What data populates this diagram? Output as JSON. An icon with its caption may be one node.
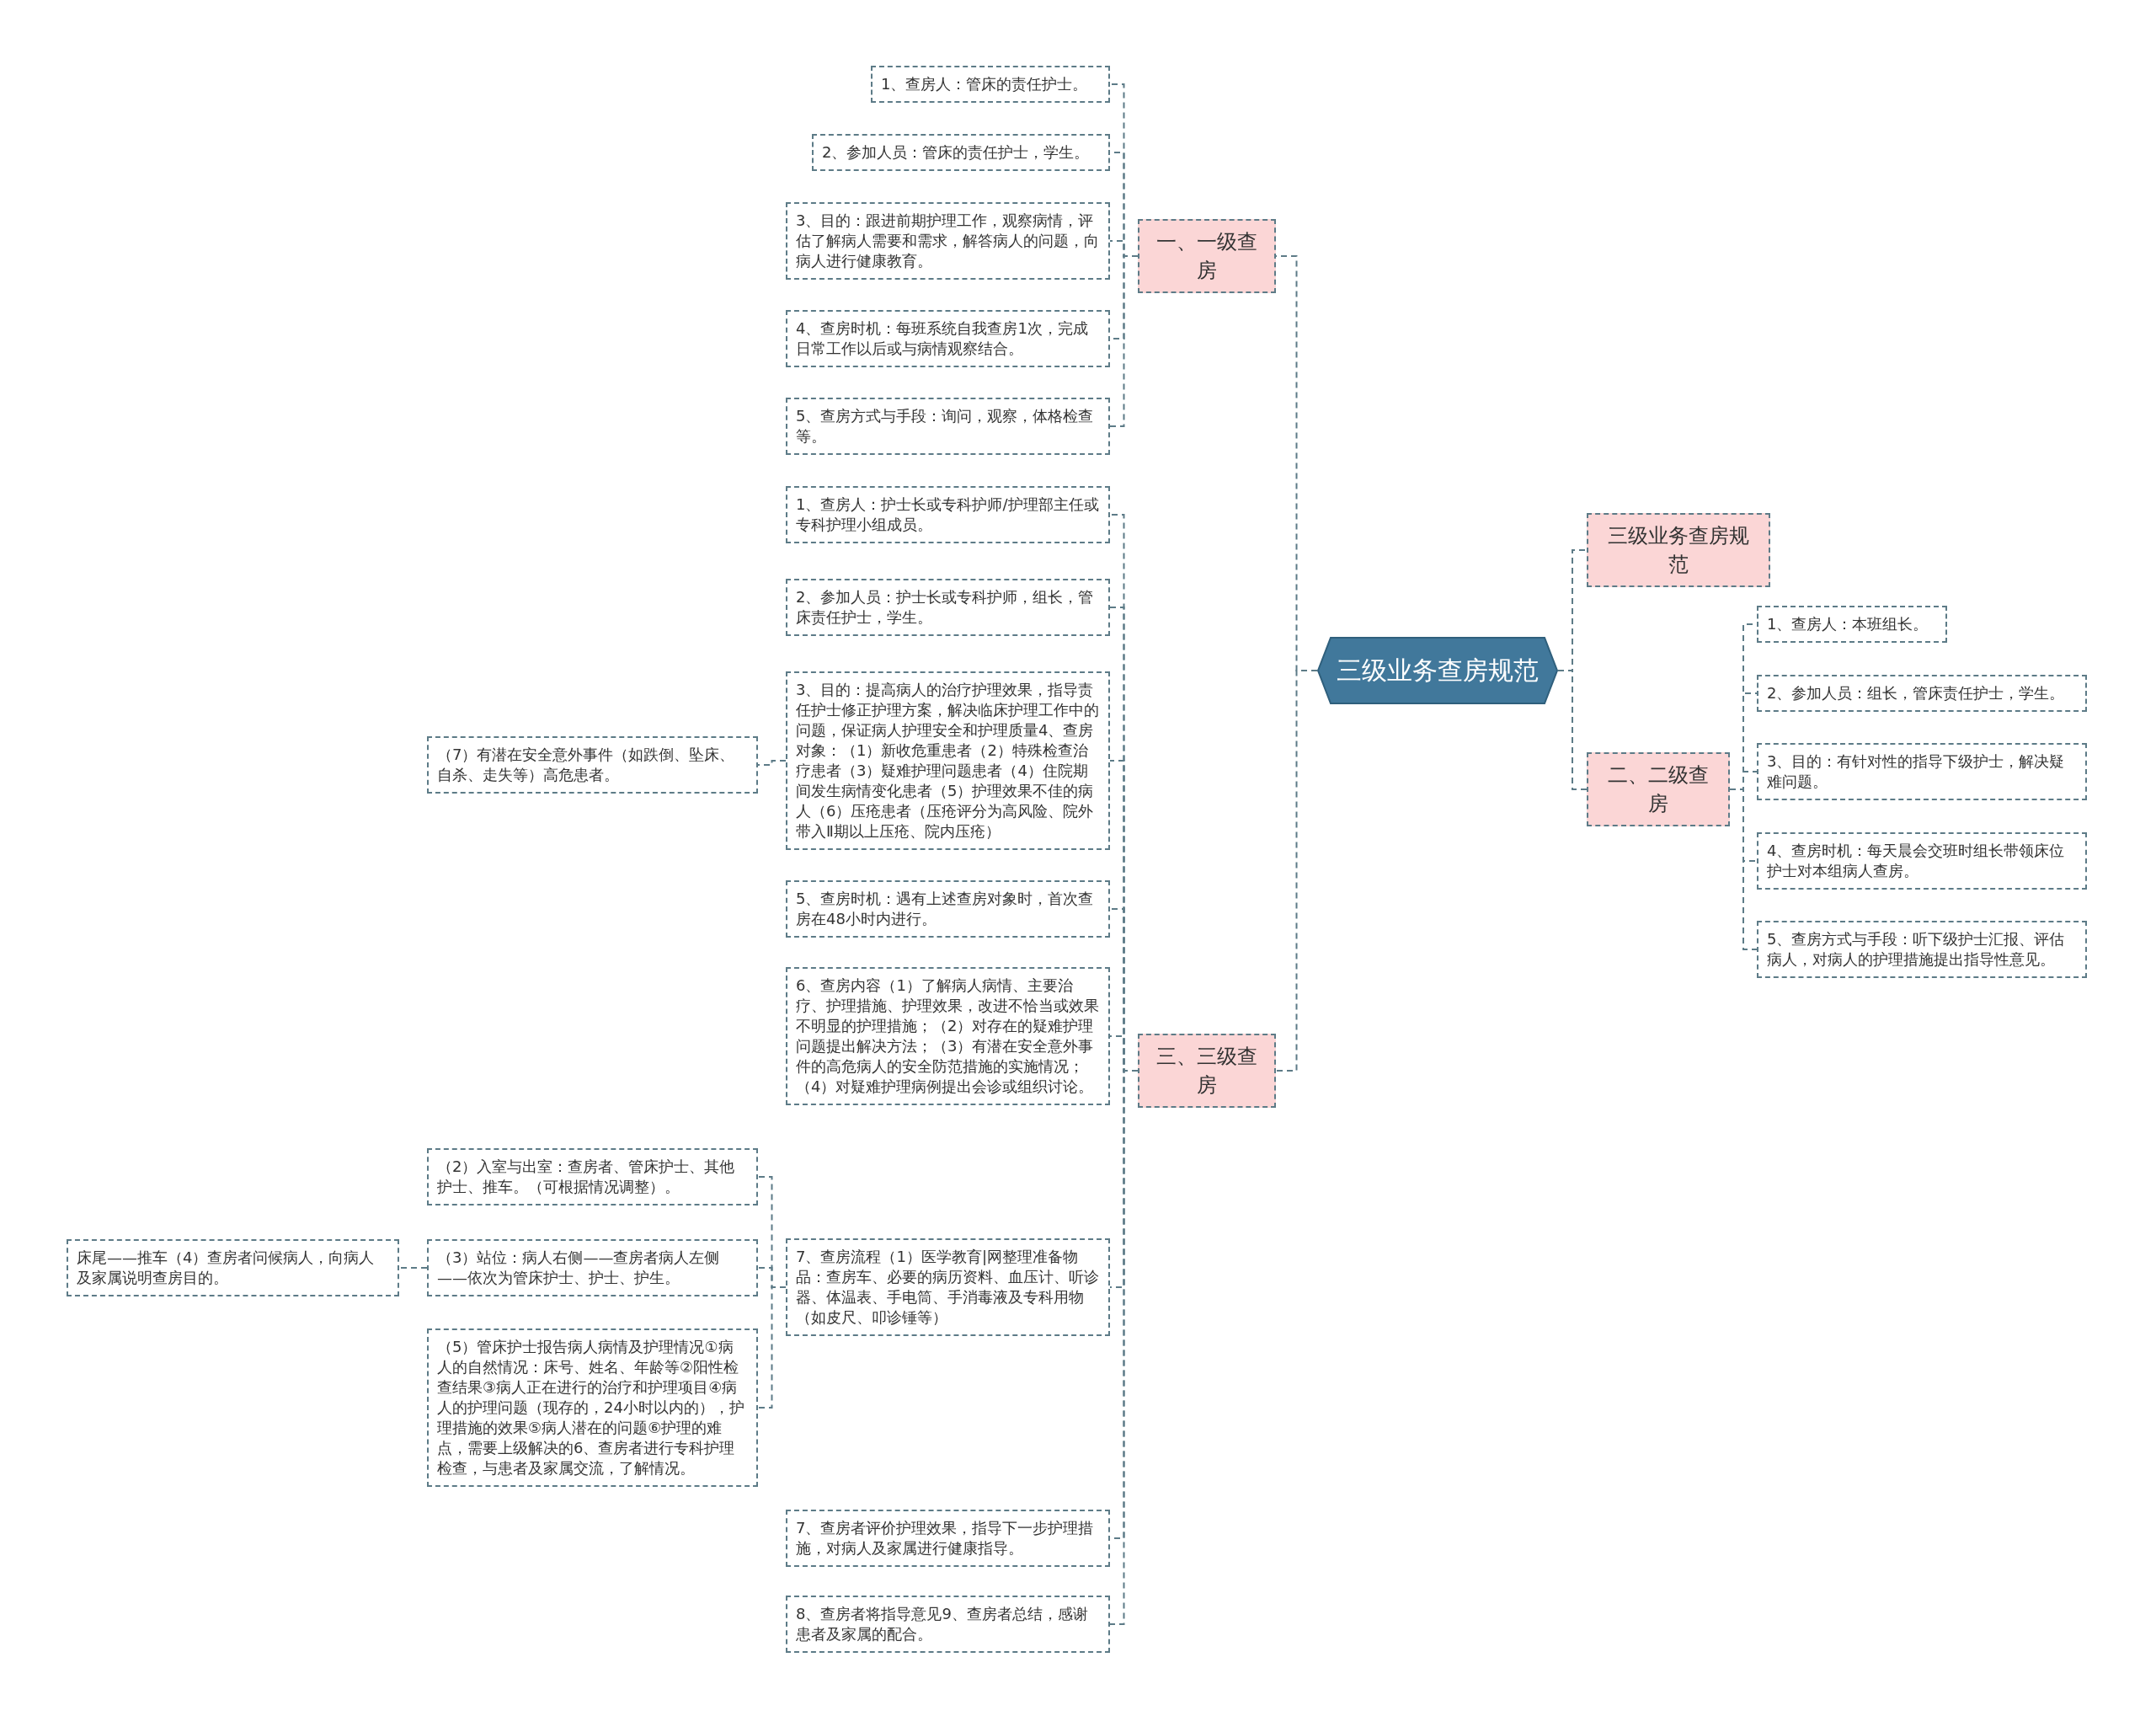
{
  "diagram": {
    "nodes": [
      {
        "text": [
          "三级业务查房规范"
        ]
      },
      {
        "text": [
          "一、一级查房"
        ]
      },
      {
        "text": [
          "1、查房人：管床的责任护士。"
        ]
      },
      {
        "text": [
          "2、参加人员：管床的责任护士，学生。"
        ]
      },
      {
        "text": [
          "3、目的：跟进前期护理工作，观察病情，评估了解病人需要和需求，解答病人的问题，向病人进行健康教育。"
        ]
      },
      {
        "text": [
          "4、查房时机：每班系统自我查房1次，完成日常工作以后或与病情观察结合。"
        ]
      },
      {
        "text": [
          "5、查房方式与手段：询问，观察，体格检查等。"
        ]
      },
      {
        "text": [
          "三、三级查房"
        ]
      },
      {
        "text": [
          "1、查房人：护士长或专科护师/护理部主任或专科护理小组成员。"
        ]
      },
      {
        "text": [
          "2、参加人员：护士长或专科护师，组长，管床责任护士，学生。"
        ]
      },
      {
        "text": [
          "3、目的：提高病人的治疗护理效果，指导责任护士修正护理方案，解决临床护理工作中的问题，保证病人护理安全和护理质量4、查房对象：（1）新收危重患者（2）特殊检查治疗患者（3）疑难护理问题患者（4）住院期间发生病情变化患者（5）护理效果不佳的病人（6）压疮患者（压疮评分为高风险、院外带入Ⅱ期以上压疮、院内压疮）"
        ]
      },
      {
        "text": [
          "（7）有潜在安全意外事件（如跌倒、坠床、自杀、走失等）高危患者。"
        ]
      },
      {
        "text": [
          "5、查房时机：遇有上述查房对象时，首次查房在48小时内进行。"
        ]
      },
      {
        "text": [
          "6、查房内容（1）了解病人病情、主要治疗、护理措施、护理效果，改进不恰当或效果不明显的护理措施；（2）对存在的疑难护理问题提出解决方法；（3）有潜在安全意外事件的高危病人的安全防范措施的实施情况；（4）对疑难护理病例提出会诊或组织讨论。"
        ]
      },
      {
        "text": [
          "7、查房流程（1）医学教育|网整理准备物品：查房车、必要的病历资料、血压计、听诊器、体温表、手电筒、手消毒液及专科用物（如皮尺、叩诊锤等）"
        ]
      },
      {
        "text": [
          "（2）入室与出室：查房者、管床护士、其他护士、推车。（可根据情况调整）。"
        ]
      },
      {
        "text": [
          "（3）站位：病人右侧——查房者病人左侧——依次为管床护士、护士、护生。"
        ]
      },
      {
        "text": [
          "床尾——推车（4）查房者问候病人，向病人及家属说明查房目的。"
        ]
      },
      {
        "text": [
          "（5）管床护士报告病人病情及护理情况①病人的自然情况：床号、姓名、年龄等②阳性检查结果③病人正在进行的治疗和护理项目④病人的护理问题（现存的，24小时以内的），护理措施的效果⑤病人潜在的问题⑥护理的难点，需要上级解决的6、查房者进行专科护理检查，与患者及家属交流，了解情况。"
        ]
      },
      {
        "text": [
          "7、查房者评价护理效果，指导下一步护理措施，对病人及家属进行健康指导。"
        ]
      },
      {
        "text": [
          "8、查房者将指导意见9、查房者总结，感谢患者及家属的配合。"
        ]
      },
      {
        "text": [
          "三级业务查房规范"
        ]
      },
      {
        "text": [
          "二、二级查房"
        ]
      },
      {
        "text": [
          "1、查房人：本班组长。"
        ]
      },
      {
        "text": [
          "2、参加人员：组长，管床责任护士，学生。"
        ]
      },
      {
        "text": [
          "3、目的：有针对性的指导下级护士，解决疑难问题。"
        ]
      },
      {
        "text": [
          "4、查房时机：每天晨会交班时组长带领床位护士对本组病人查房。"
        ]
      },
      {
        "text": [
          "5、查房方式与手段：听下级护士汇报、评估病人，对病人的护理措施提出指导性意见。"
        ]
      }
    ],
    "edges": [
      {
        "from": 0,
        "to": 1,
        "arrow": "none"
      },
      {
        "from": 1,
        "to": 2,
        "arrow": "none"
      },
      {
        "from": 1,
        "to": 3,
        "arrow": "none"
      },
      {
        "from": 1,
        "to": 4,
        "arrow": "none"
      },
      {
        "from": 1,
        "to": 5,
        "arrow": "none"
      },
      {
        "from": 1,
        "to": 6,
        "arrow": "none"
      },
      {
        "from": 0,
        "to": 7,
        "arrow": "none"
      },
      {
        "from": 7,
        "to": 8,
        "arrow": "none"
      },
      {
        "from": 7,
        "to": 9,
        "arrow": "none"
      },
      {
        "from": 7,
        "to": 10,
        "arrow": "none"
      },
      {
        "from": 10,
        "to": 11,
        "arrow": "none"
      },
      {
        "from": 7,
        "to": 12,
        "arrow": "none"
      },
      {
        "from": 7,
        "to": 13,
        "arrow": "none"
      },
      {
        "from": 7,
        "to": 14,
        "arrow": "none"
      },
      {
        "from": 14,
        "to": 15,
        "arrow": "none"
      },
      {
        "from": 14,
        "to": 16,
        "arrow": "none"
      },
      {
        "from": 16,
        "to": 17,
        "arrow": "none"
      },
      {
        "from": 14,
        "to": 18,
        "arrow": "none"
      },
      {
        "from": 7,
        "to": 19,
        "arrow": "none"
      },
      {
        "from": 7,
        "to": 20,
        "arrow": "none"
      },
      {
        "from": 0,
        "to": 21,
        "arrow": "none"
      },
      {
        "from": 0,
        "to": 22,
        "arrow": "none"
      },
      {
        "from": 22,
        "to": 23,
        "arrow": "none"
      },
      {
        "from": 22,
        "to": 24,
        "arrow": "none"
      },
      {
        "from": 22,
        "to": 25,
        "arrow": "none"
      },
      {
        "from": 22,
        "to": 26,
        "arrow": "none"
      },
      {
        "from": 22,
        "to": 27,
        "arrow": "none"
      }
    ]
  }
}
